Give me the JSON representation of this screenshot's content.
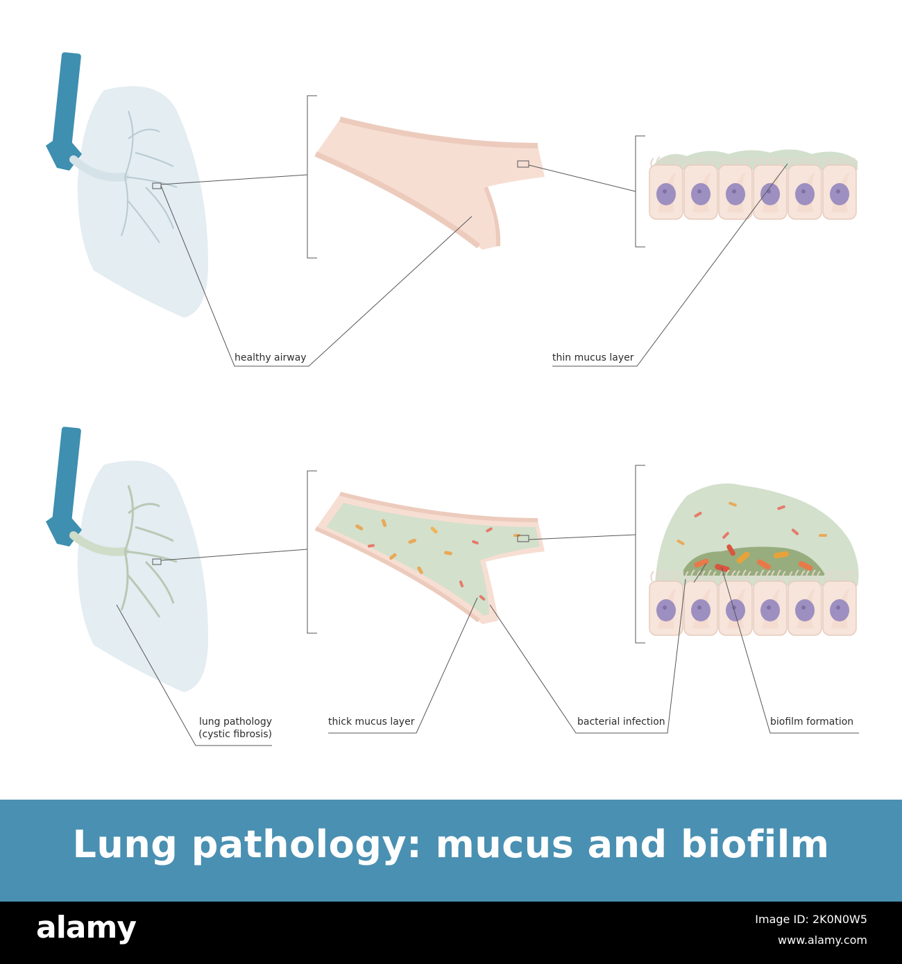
{
  "labels": {
    "healthy_airway": "healthy airway",
    "thin_mucus": "thin mucus layer",
    "lung_pathology_line1": "lung pathology",
    "lung_pathology_line2": "(cystic fibrosis)",
    "thick_mucus": "thick mucus layer",
    "bacterial_infection": "bacterial infection",
    "biofilm_formation": "biofilm formation"
  },
  "title": "Lung pathology: mucus and biofilm",
  "footer": {
    "brand": "alamy",
    "image_id": "Image ID: 2K0N0W5",
    "site": "www.alamy.com"
  },
  "colors": {
    "trachea": "#3e8fb0",
    "lung": "#e3edf2",
    "tissue": "#f6dfd6",
    "mucus": "#cfdcc8",
    "nucleus": "#9d8fc0",
    "title_band": "#4a90b2"
  }
}
